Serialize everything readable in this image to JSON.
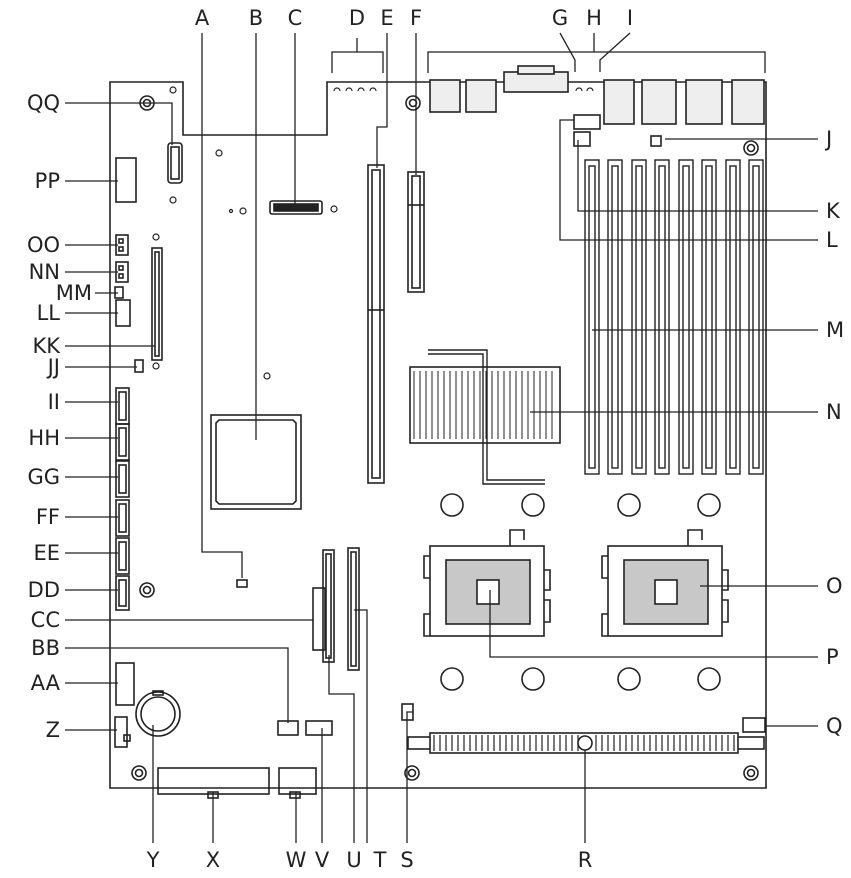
{
  "title": "",
  "labels": {
    "A": "A",
    "B": "B",
    "C": "C",
    "D": "D",
    "E": "E",
    "F": "F",
    "G": "G",
    "H": "H",
    "I": "I",
    "J": "J",
    "K": "K",
    "L": "L",
    "M": "M",
    "N": "N",
    "O": "O",
    "P": "P",
    "Q": "Q",
    "R": "R",
    "S": "S",
    "T": "T",
    "U": "U",
    "V": "V",
    "W": "W",
    "X": "X",
    "Y": "Y",
    "Z": "Z",
    "AA": "AA",
    "BB": "BB",
    "CC": "CC",
    "DD": "DD",
    "EE": "EE",
    "FF": "FF",
    "GG": "GG",
    "HH": "HH",
    "II": "II",
    "JJ": "JJ",
    "KK": "KK",
    "LL": "LL",
    "MM": "MM",
    "NN": "NN",
    "OO": "OO",
    "PP": "PP",
    "QQ": "QQ"
  },
  "colors": {
    "line": "#222222",
    "component": "#e6e6e6",
    "socket": "#c8c8c8",
    "board": "#ffffff"
  }
}
